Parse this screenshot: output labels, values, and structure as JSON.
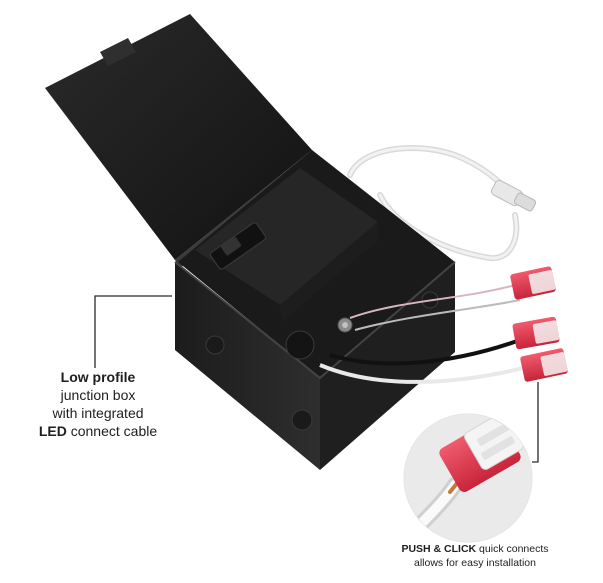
{
  "callout_left": {
    "line1_bold": "Low profile",
    "line2": "junction box",
    "line3": "with integrated",
    "line4_bold": "LED",
    "line4_rest": " connect cable"
  },
  "callout_bottom": {
    "line1_bold": "PUSH & CLICK",
    "line1_rest": " quick connects",
    "line2": "allows for easy installation"
  },
  "colors": {
    "box": "#232323",
    "lid": "#1b1b1b",
    "cable": "#e6e6e6",
    "connector": "#e23a4f",
    "leader_line": "#2a2a2a"
  }
}
